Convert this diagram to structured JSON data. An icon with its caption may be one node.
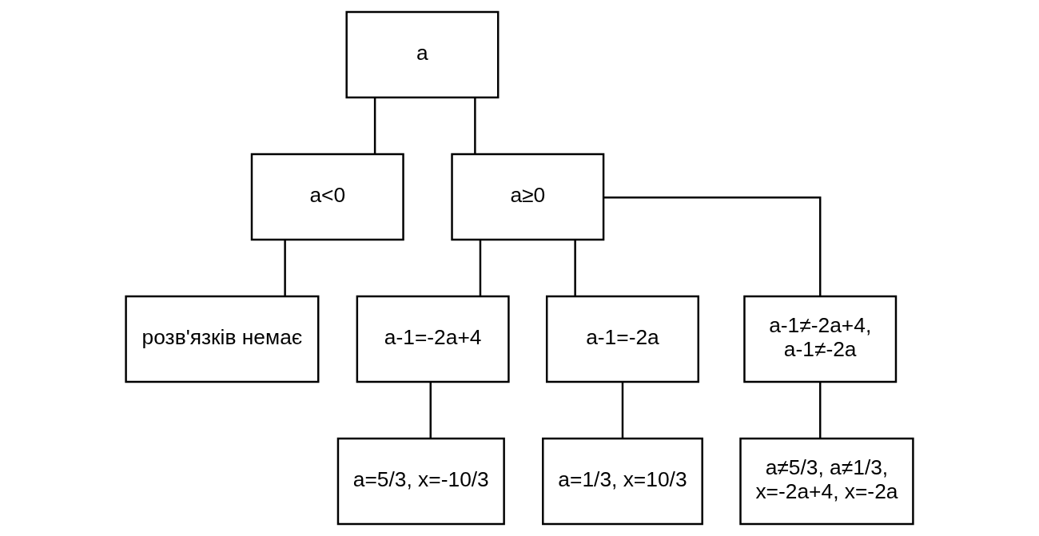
{
  "diagram": {
    "nodes": [
      {
        "text": [
          "a"
        ]
      },
      {
        "text": [
          "a<0"
        ]
      },
      {
        "text": [
          "a≥0"
        ]
      },
      {
        "text": [
          "розв'язків немає"
        ]
      },
      {
        "text": [
          "a-1=-2a+4"
        ]
      },
      {
        "text": [
          "a-1=-2a"
        ]
      },
      {
        "text": [
          "a-1≠-2a+4, a-1≠-2a"
        ]
      },
      {
        "text": [
          "a=5/3, x=-10/3"
        ]
      },
      {
        "text": [
          "a=1/3, x=10/3"
        ]
      },
      {
        "text": [
          "a≠5/3, a≠1/3, x=-2a+4, x=-2a"
        ]
      }
    ],
    "edges": [
      {
        "from": 0,
        "to": 1,
        "arrow": "none"
      },
      {
        "from": 0,
        "to": 2,
        "arrow": "none"
      },
      {
        "from": 1,
        "to": 3,
        "arrow": "none"
      },
      {
        "from": 2,
        "to": 4,
        "arrow": "none"
      },
      {
        "from": 2,
        "to": 5,
        "arrow": "none"
      },
      {
        "from": 2,
        "to": 6,
        "arrow": "none"
      },
      {
        "from": 4,
        "to": 7,
        "arrow": "none"
      },
      {
        "from": 5,
        "to": 8,
        "arrow": "none"
      },
      {
        "from": 6,
        "to": 9,
        "arrow": "none"
      }
    ]
  }
}
